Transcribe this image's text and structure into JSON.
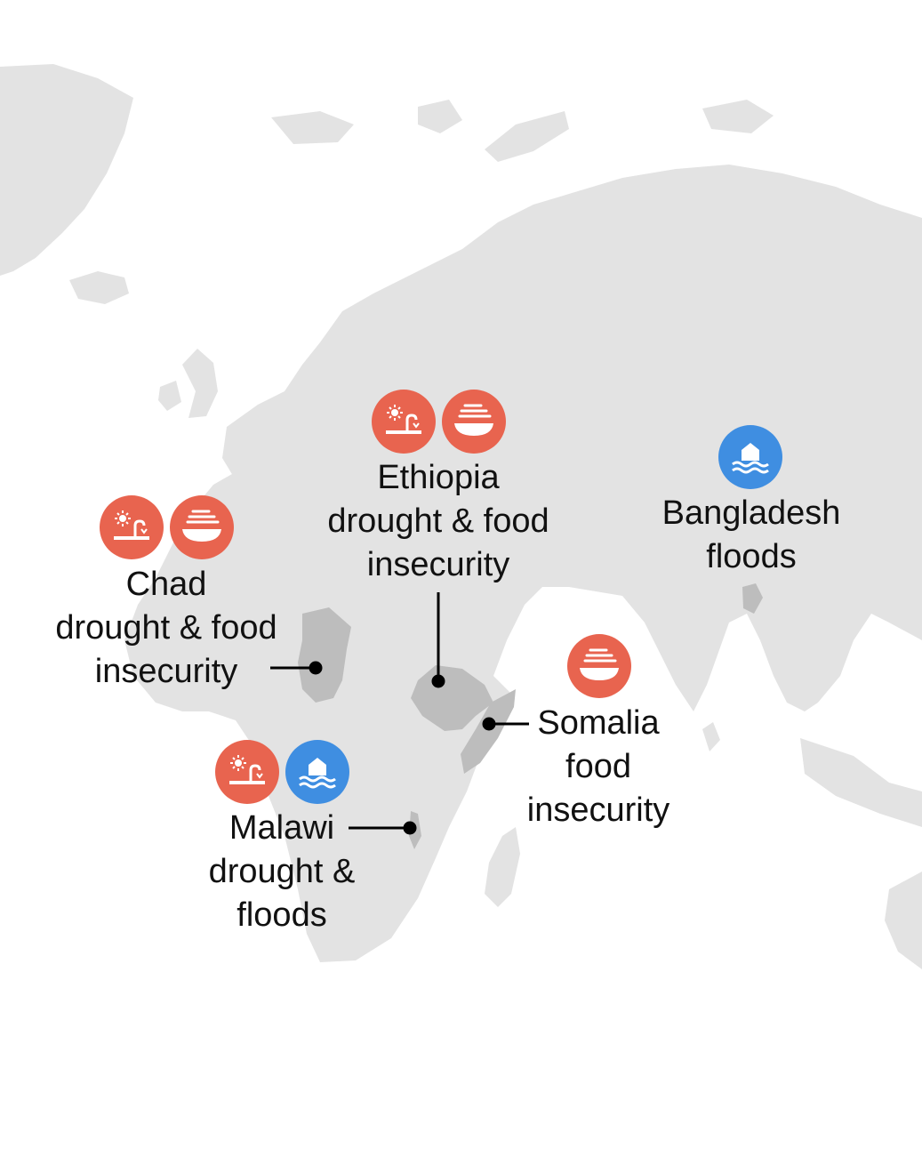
{
  "colors": {
    "land": "#e3e3e3",
    "highlight": "#bdbdbd",
    "drought_food_icon": "#e8644f",
    "flood_icon": "#3f8ee1",
    "leader": "#000000",
    "text": "#111111"
  },
  "legend_icons": {
    "drought": "drought-icon",
    "food_insecurity": "food-bowl-icon",
    "floods": "flood-house-icon"
  },
  "callouts": [
    {
      "id": "ethiopia",
      "country": "Ethiopia",
      "lines": [
        "Ethiopia",
        "drought & food",
        "insecurity"
      ],
      "icons": [
        "drought",
        "food_insecurity"
      ]
    },
    {
      "id": "chad",
      "country": "Chad",
      "lines": [
        "Chad",
        "drought & food",
        "insecurity"
      ],
      "icons": [
        "drought",
        "food_insecurity"
      ]
    },
    {
      "id": "bangladesh",
      "country": "Bangladesh",
      "lines": [
        "Bangladesh",
        "floods"
      ],
      "icons": [
        "floods"
      ]
    },
    {
      "id": "somalia",
      "country": "Somalia",
      "lines": [
        "Somalia",
        "food",
        "insecurity"
      ],
      "icons": [
        "food_insecurity"
      ]
    },
    {
      "id": "malawi",
      "country": "Malawi",
      "lines": [
        "Malawi",
        "drought &",
        "floods"
      ],
      "icons": [
        "drought",
        "floods"
      ]
    }
  ]
}
